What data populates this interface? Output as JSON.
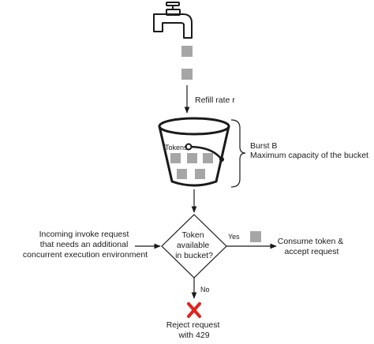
{
  "labels": {
    "refill": "Refill rate r",
    "tokens": "Tokens",
    "burst": "Burst B",
    "capacity": "Maximum capacity of the bucket",
    "incoming": [
      "Incoming invoke request",
      "that needs an additional",
      "concurrent execution environment"
    ],
    "decision": [
      "Token",
      "available",
      "in bucket?"
    ],
    "yes": "Yes",
    "no": "No",
    "consume": [
      "Consume token &",
      "accept request"
    ],
    "reject": [
      "Reject request",
      "with 429"
    ]
  },
  "icons": {
    "source": "faucet-icon",
    "falling_tokens": "token-square-icon",
    "container": "bucket-icon",
    "reject": "red-x-icon"
  },
  "colors": {
    "token": "#a6a6a6",
    "line": "#1a1a1a",
    "reject_x": "#e0241b"
  }
}
